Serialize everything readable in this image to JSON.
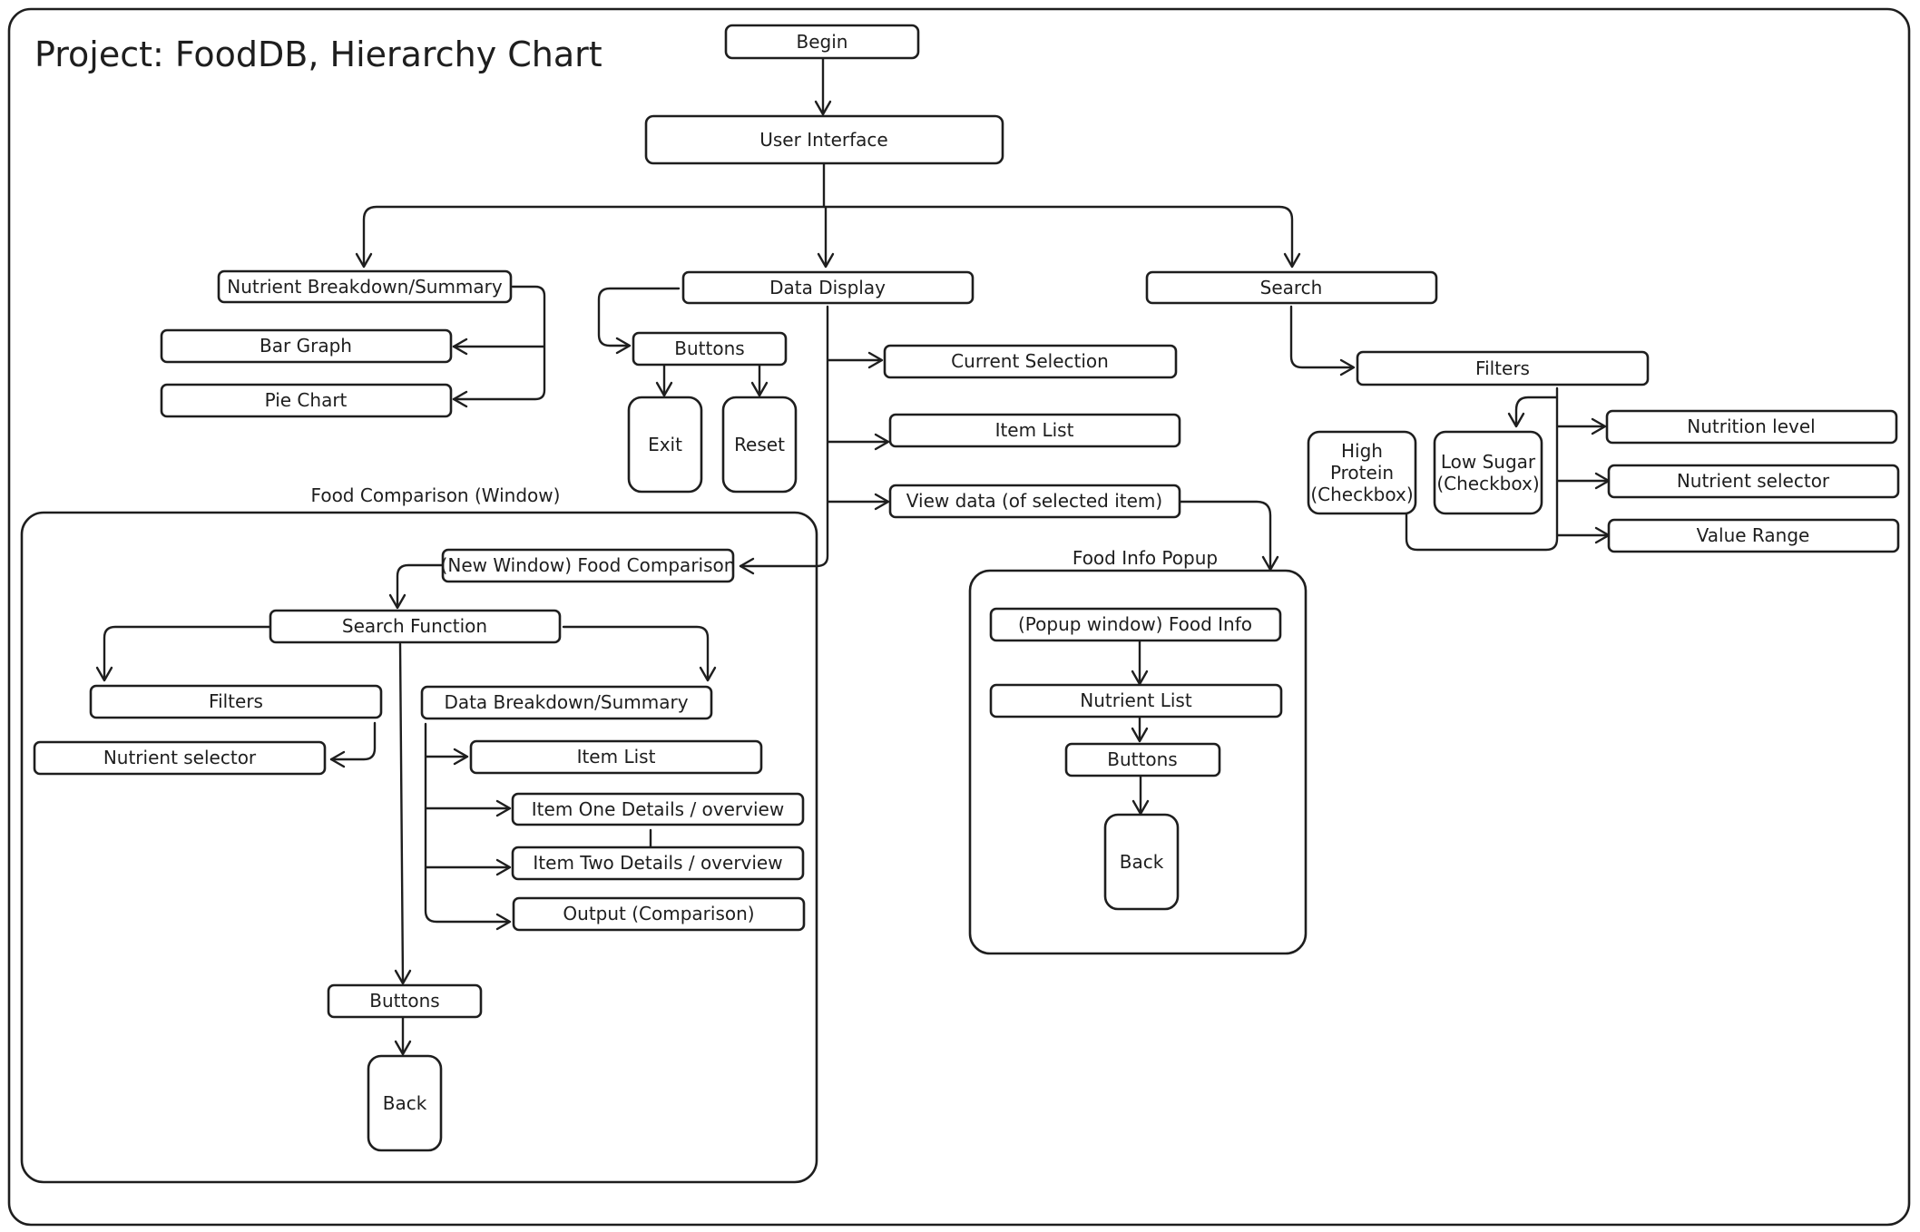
{
  "title": "Project: FoodDB, Hierarchy Chart",
  "frames": {
    "comparison": "Food Comparison (Window)",
    "popup": "Food Info Popup"
  },
  "nodes": {
    "begin": "Begin",
    "ui": "User Interface",
    "nutrient_breakdown": "Nutrient Breakdown/Summary",
    "bar_graph": "Bar Graph",
    "pie_chart": "Pie Chart",
    "data_display": "Data Display",
    "buttons_top": "Buttons",
    "exit": "Exit",
    "reset": "Reset",
    "current_selection": "Current Selection",
    "item_list_top": "Item List",
    "view_data": "View data (of selected item)",
    "search": "Search",
    "filters_top": "Filters",
    "high_protein": [
      "High",
      "Protein",
      "(Checkbox)"
    ],
    "low_sugar": [
      "Low Sugar",
      "(Checkbox)"
    ],
    "nutrition_level": "Nutrition level",
    "nutrient_selector_top": "Nutrient selector",
    "value_range": "Value Range",
    "new_window": "(New Window) Food Comparison",
    "search_function": "Search Function",
    "filters_cmp": "Filters",
    "nutrient_selector_cmp": "Nutrient selector",
    "data_breakdown": "Data Breakdown/Summary",
    "item_list_cmp": "Item List",
    "item_one": "Item One Details / overview",
    "item_two": "Item Two Details / overview",
    "output": "Output (Comparison)",
    "buttons_cmp": "Buttons",
    "back_cmp": "Back",
    "popup_food_info": "(Popup window) Food Info",
    "nutrient_list": "Nutrient List",
    "buttons_popup": "Buttons",
    "back_popup": "Back"
  }
}
